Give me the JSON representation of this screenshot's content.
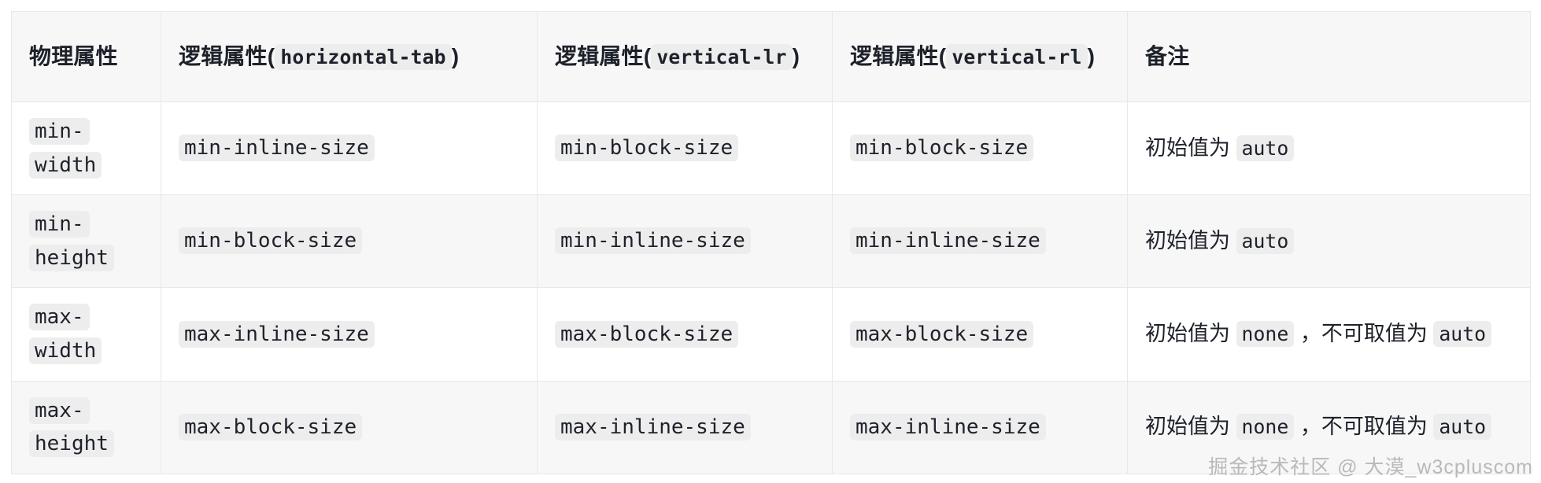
{
  "table": {
    "headers": [
      {
        "label": "物理属性",
        "code": ""
      },
      {
        "label": "逻辑属性(",
        "code": "horizontal-tab",
        "suffix": ")"
      },
      {
        "label": "逻辑属性(",
        "code": "vertical-lr",
        "suffix": ")"
      },
      {
        "label": "逻辑属性(",
        "code": "vertical-rl",
        "suffix": ")"
      },
      {
        "label": "备注",
        "code": ""
      }
    ],
    "rows": [
      {
        "physical": "min-width",
        "horizontal_tab": "min-inline-size",
        "vertical_lr": "min-block-size",
        "vertical_rl": "min-block-size",
        "remark_pre": "初始值为 ",
        "remark_code1": "auto",
        "remark_mid": "",
        "remark_code2": "",
        "remark_post": ""
      },
      {
        "physical": "min-height",
        "horizontal_tab": "min-block-size",
        "vertical_lr": "min-inline-size",
        "vertical_rl": "min-inline-size",
        "remark_pre": "初始值为 ",
        "remark_code1": "auto",
        "remark_mid": "",
        "remark_code2": "",
        "remark_post": ""
      },
      {
        "physical": "max-width",
        "horizontal_tab": "max-inline-size",
        "vertical_lr": "max-block-size",
        "vertical_rl": "max-block-size",
        "remark_pre": "初始值为 ",
        "remark_code1": "none",
        "remark_mid": " ，不可取值为 ",
        "remark_code2": "auto",
        "remark_post": ""
      },
      {
        "physical": "max-height",
        "horizontal_tab": "max-block-size",
        "vertical_lr": "max-inline-size",
        "vertical_rl": "max-inline-size",
        "remark_pre": "初始值为 ",
        "remark_code1": "none",
        "remark_mid": " ，不可取值为 ",
        "remark_code2": "auto",
        "remark_post": ""
      }
    ]
  },
  "watermark": {
    "text": "掘金技术社区 @ 大漠_w3cpluscom"
  },
  "colors": {
    "header_bg": "#f7f7f8",
    "row_stripe_bg": "#f7f7f8",
    "row_bg": "#ffffff",
    "border": "#e8e8ea",
    "code_bg": "#ededee",
    "text": "#1d2129",
    "watermark": "#b9b9bd"
  }
}
